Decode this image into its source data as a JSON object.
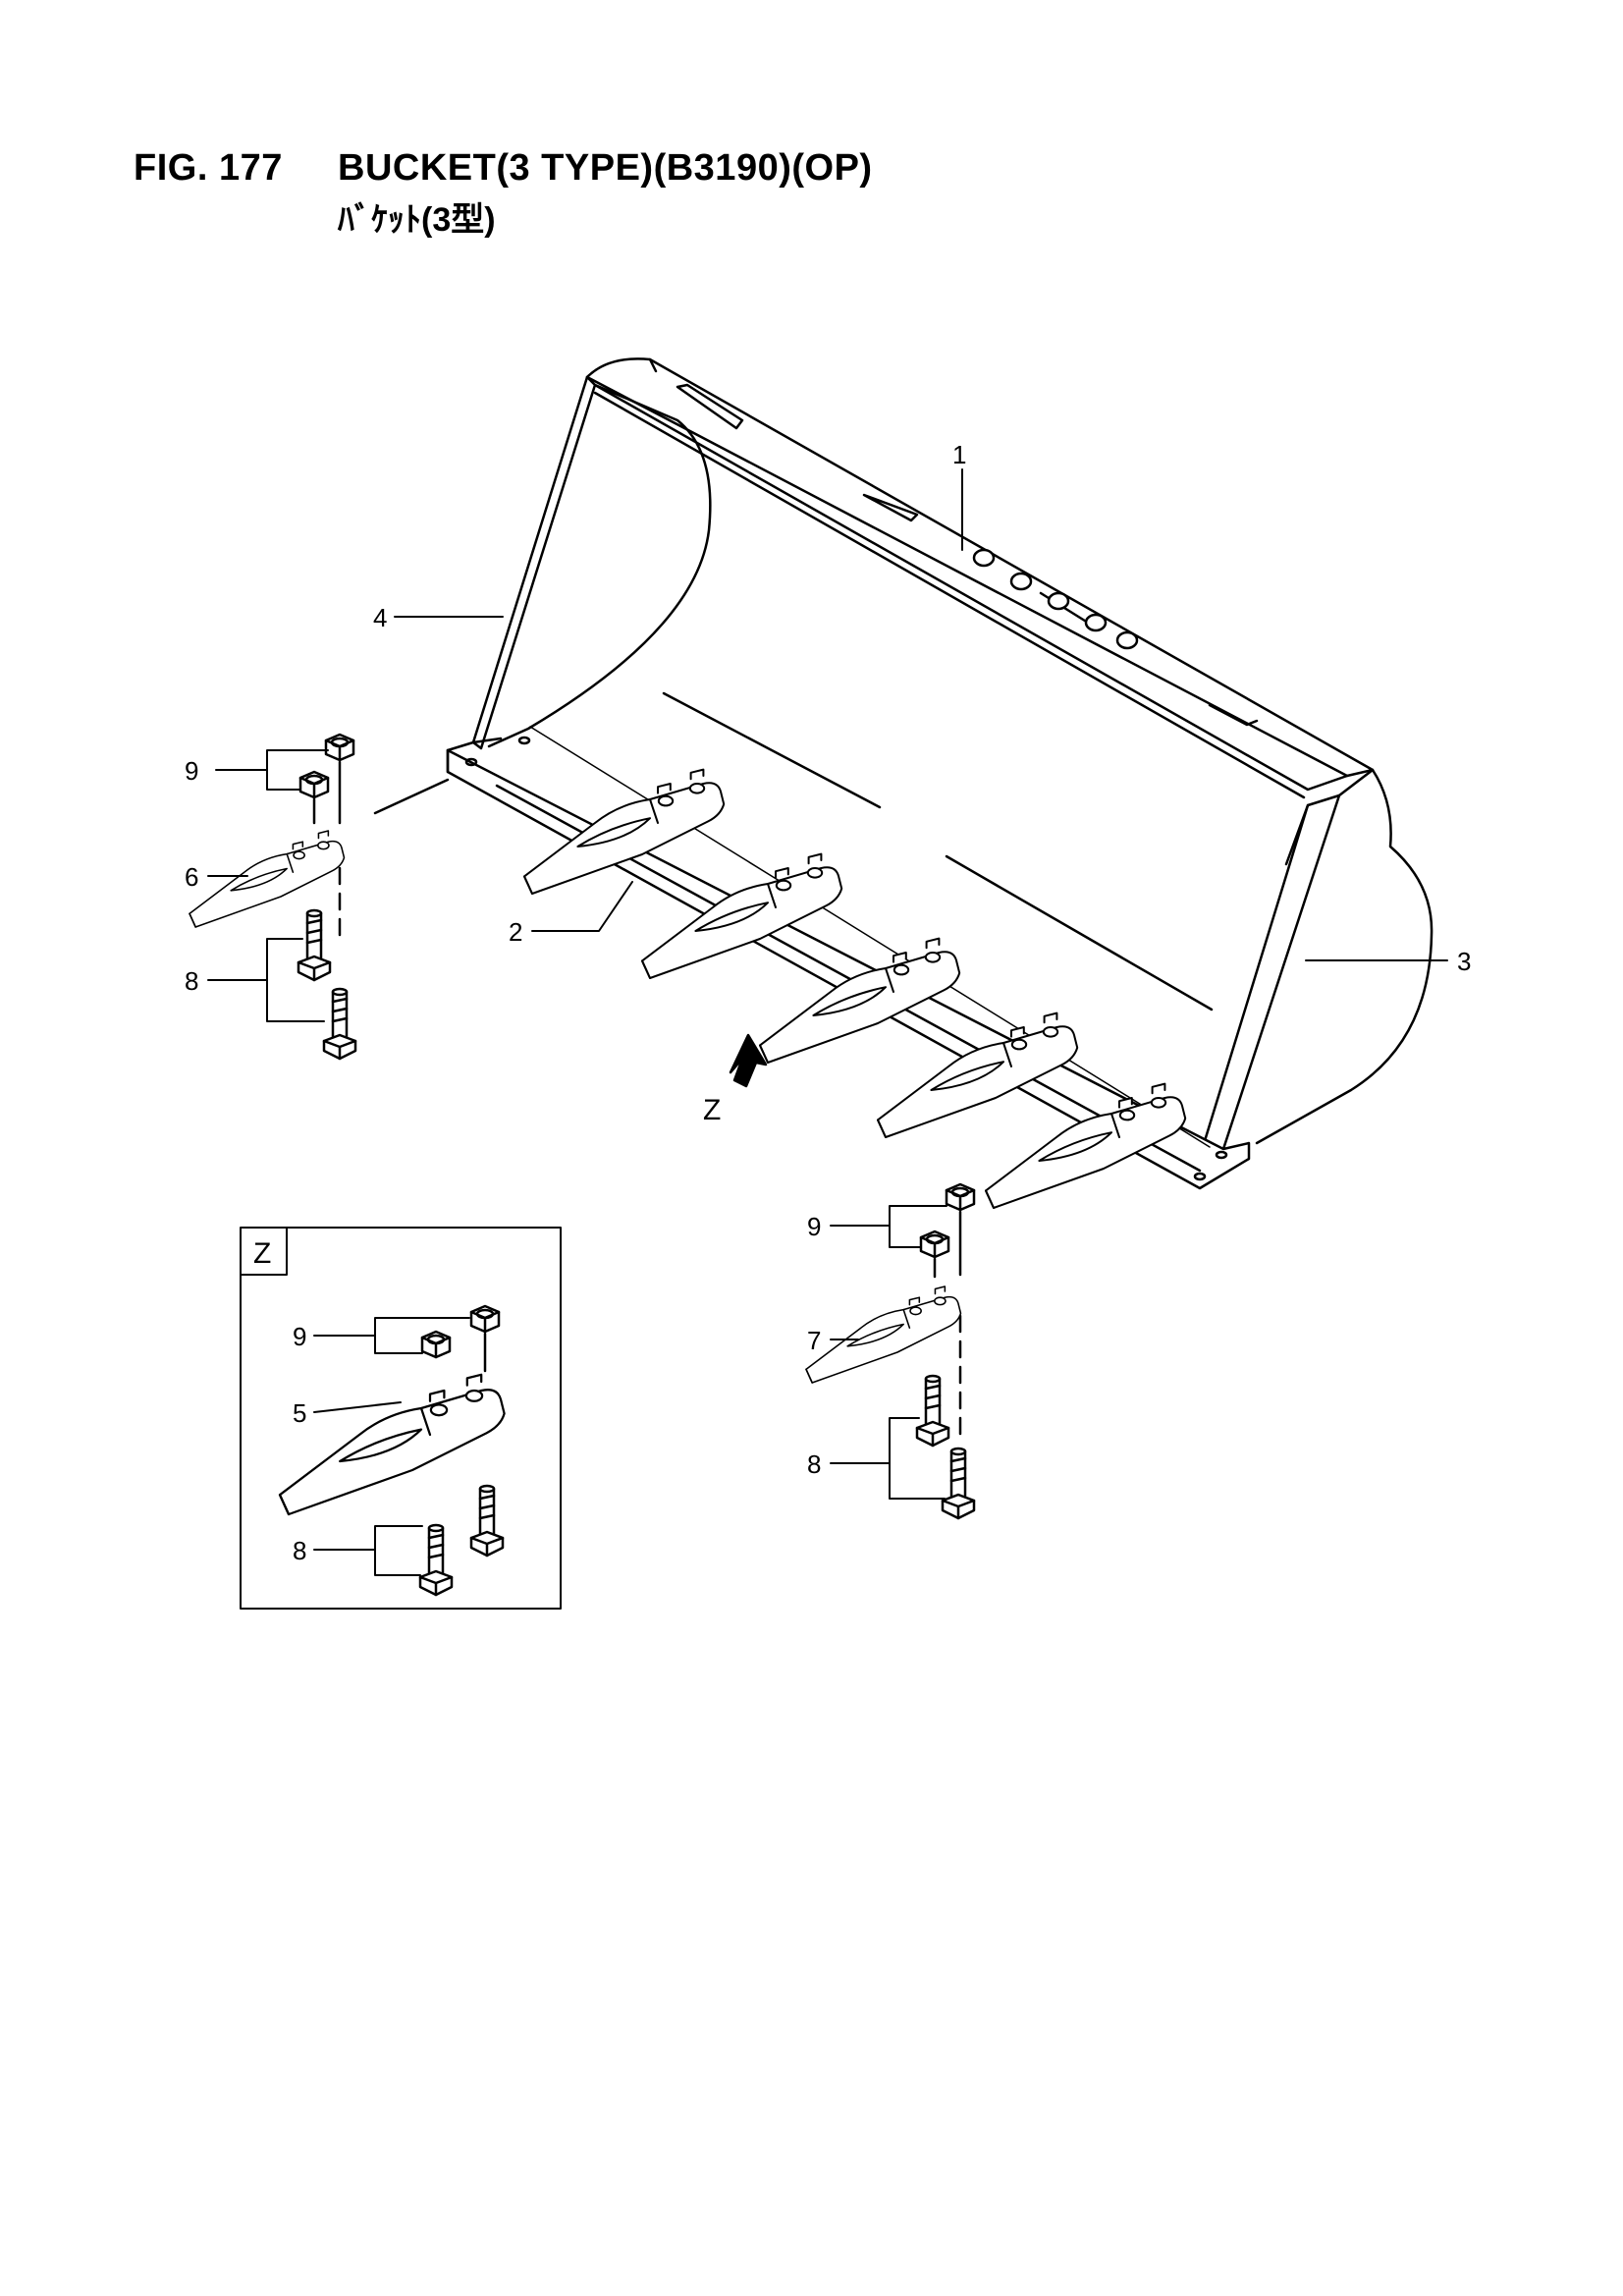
{
  "figure": {
    "number": "FIG. 177",
    "title": "BUCKET(3 TYPE)(B3190)(OP)",
    "subtitle": "ﾊﾞｹｯﾄ(3型)"
  },
  "callouts": {
    "c1": "1",
    "c2": "2",
    "c3": "3",
    "c4": "4",
    "c9_left": "9",
    "c6_left": "6",
    "c8_left": "8",
    "c9_right": "9",
    "c7_right": "7",
    "c8_right": "8",
    "c9_inset": "9",
    "c5_inset": "5",
    "c8_inset": "8"
  },
  "view": {
    "arrow_label": "Z",
    "inset_label": "Z"
  }
}
